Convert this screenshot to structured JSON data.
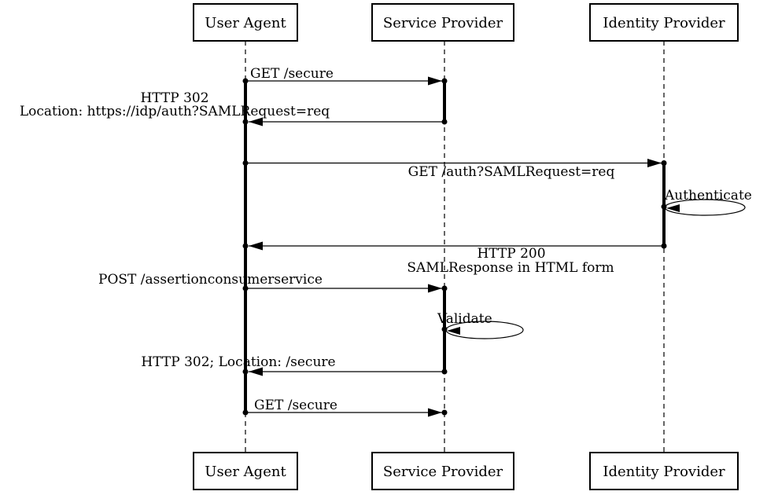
{
  "diagram_type": "uml-sequence",
  "colors": {
    "background": "#ffffff",
    "line": "#000000",
    "text": "#000000"
  },
  "actors": [
    {
      "id": "user-agent",
      "label": "User Agent"
    },
    {
      "id": "service-provider",
      "label": "Service Provider"
    },
    {
      "id": "identity-provider",
      "label": "Identity Provider"
    }
  ],
  "messages": [
    {
      "from": "user-agent",
      "to": "service-provider",
      "label": "GET /secure"
    },
    {
      "from": "service-provider",
      "to": "user-agent",
      "lines": [
        "HTTP 302",
        "Location: https://idp/auth?SAMLRequest=req"
      ]
    },
    {
      "from": "user-agent",
      "to": "identity-provider",
      "label": "GET /auth?SAMLRequest=req"
    },
    {
      "type": "self",
      "actor": "identity-provider",
      "label": "Authenticate"
    },
    {
      "from": "identity-provider",
      "to": "user-agent",
      "lines": [
        "HTTP 200",
        "SAMLResponse in HTML form"
      ]
    },
    {
      "from": "user-agent",
      "to": "service-provider",
      "label": "POST /assertionconsumerservice"
    },
    {
      "type": "self",
      "actor": "service-provider",
      "label": "Validate"
    },
    {
      "from": "service-provider",
      "to": "user-agent",
      "label": "HTTP 302; Location: /secure"
    },
    {
      "from": "user-agent",
      "to": "service-provider",
      "label": "GET /secure"
    }
  ]
}
